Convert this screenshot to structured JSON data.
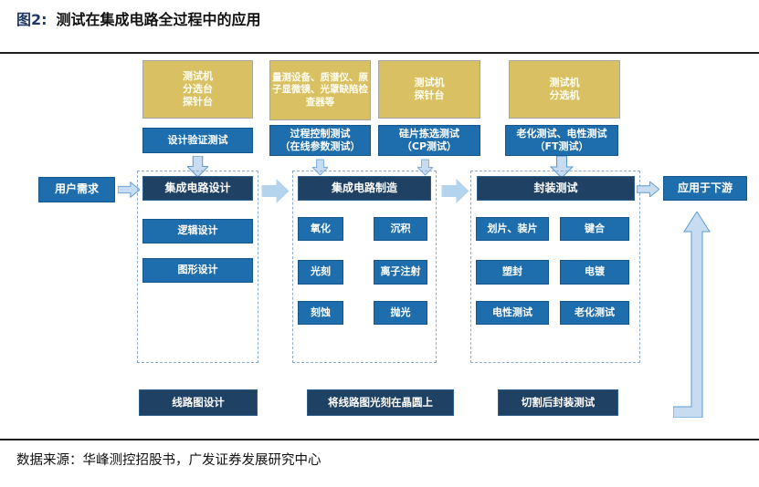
{
  "header": {
    "figure_label": "图2:",
    "title": "测试在集成电路全过程中的应用"
  },
  "source": "数据来源：华峰测控招股书，广发证券发展研究中心",
  "colors": {
    "navy_box": "#1F4164",
    "blue_box": "#1E6EAE",
    "gold_box": "#D9C163",
    "arrow_fill": "#C7DCF0",
    "arrow_stroke": "#5B9BD5",
    "solid_arrow": "#B4D3ED",
    "title_navy": "#1F3864",
    "dashed_border": "#8EA9D2"
  },
  "diagram": {
    "equipment_boxes": [
      {
        "lines": [
          "测试机",
          "分选台",
          "探针台"
        ]
      },
      {
        "lines": [
          "量测设备、质谱仪、原子显微镜、光罩缺陷检查器等"
        ]
      },
      {
        "lines": [
          "测试机",
          "探针台"
        ]
      },
      {
        "lines": [
          "测试机",
          "分选机"
        ]
      }
    ],
    "test_boxes": [
      {
        "lines": [
          "设计验证测试"
        ]
      },
      {
        "lines": [
          "过程控制测试",
          "（在线参数测试）"
        ]
      },
      {
        "lines": [
          "硅片拣选测试",
          "（CP测试）"
        ]
      },
      {
        "lines": [
          "老化测试、电性测试",
          "（FT测试）"
        ]
      }
    ],
    "input_box": "用户需求",
    "output_box": "应用于下游",
    "stages": [
      {
        "title": "集成电路设计",
        "steps": [
          "逻辑设计",
          "图形设计"
        ],
        "footer": "线路图设计"
      },
      {
        "title": "集成电路制造",
        "steps": [
          "氧化",
          "沉积",
          "光刻",
          "离子注射",
          "刻蚀",
          "抛光"
        ],
        "footer": "将线路图光刻在晶圆上"
      },
      {
        "title": "封装测试",
        "steps": [
          "划片、装片",
          "键合",
          "塑封",
          "电镀",
          "电性测试",
          "老化测试"
        ],
        "footer": "切割后封装测试"
      }
    ]
  }
}
